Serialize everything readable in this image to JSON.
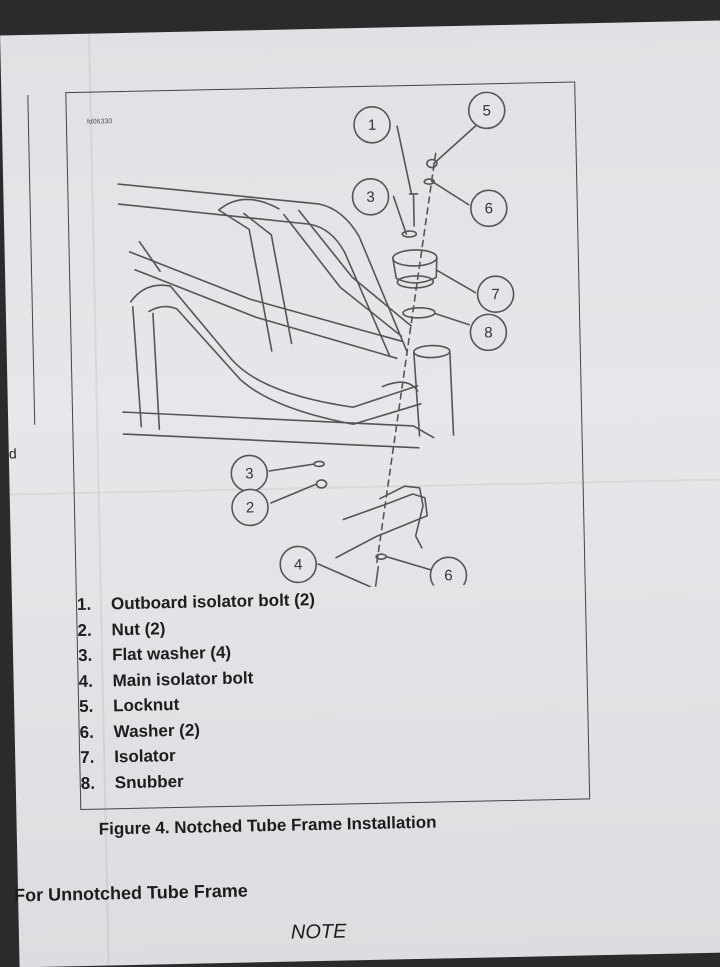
{
  "figure": {
    "code": "fd06330",
    "callouts": [
      "1",
      "5",
      "3",
      "6",
      "7",
      "8",
      "3",
      "2",
      "4",
      "6"
    ],
    "legend": [
      {
        "num": "1.",
        "label": "Outboard isolator bolt (2)"
      },
      {
        "num": "2.",
        "label": "Nut (2)"
      },
      {
        "num": "3.",
        "label": "Flat washer (4)"
      },
      {
        "num": "4.",
        "label": "Main isolator bolt"
      },
      {
        "num": "5.",
        "label": "Locknut"
      },
      {
        "num": "6.",
        "label": "Washer (2)"
      },
      {
        "num": "7.",
        "label": "Isolator"
      },
      {
        "num": "8.",
        "label": "Snubber"
      }
    ],
    "caption": "Figure 4. Notched Tube Frame Installation"
  },
  "page": {
    "left_stub": "d",
    "section_heading": "For Unnotched Tube Frame",
    "note_label": "NOTE"
  }
}
